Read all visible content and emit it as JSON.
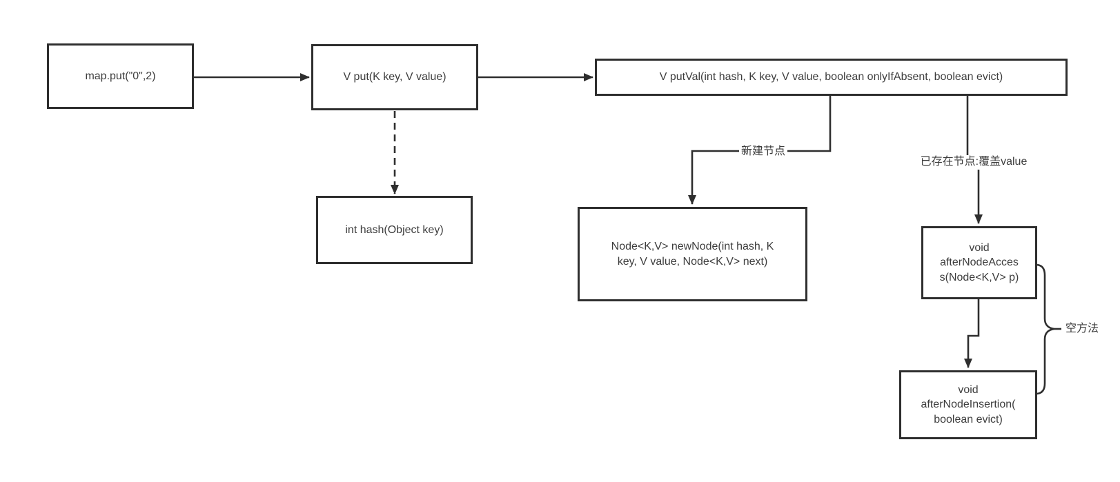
{
  "diagram": {
    "description_colors": {
      "background": "#ffffff",
      "line_stroke": "#2e2e2e",
      "text": "#3d3d3d"
    },
    "boxes": {
      "map_put": {
        "label": "map.put(\"0\",2)"
      },
      "put": {
        "label": "V put(K key, V value)"
      },
      "putval": {
        "label": "V putVal(int hash, K key, V value, boolean onlyIfAbsent, boolean evict)"
      },
      "hash": {
        "label": "int hash(Object key)"
      },
      "newnode": {
        "label": [
          "Node<K,V> newNode(int hash, K",
          "key, V value, Node<K,V> next)"
        ]
      },
      "after_node_access": {
        "label": [
          "void",
          "afterNodeAcces",
          "s(Node<K,V> p)"
        ]
      },
      "after_node_insertion": {
        "label": [
          "void",
          "afterNodeInsertion(",
          "boolean evict)"
        ]
      }
    },
    "edge_labels": {
      "new_node": "新建节点",
      "existing_node": "已存在节点:覆盖value",
      "empty_method": "空方法"
    }
  }
}
